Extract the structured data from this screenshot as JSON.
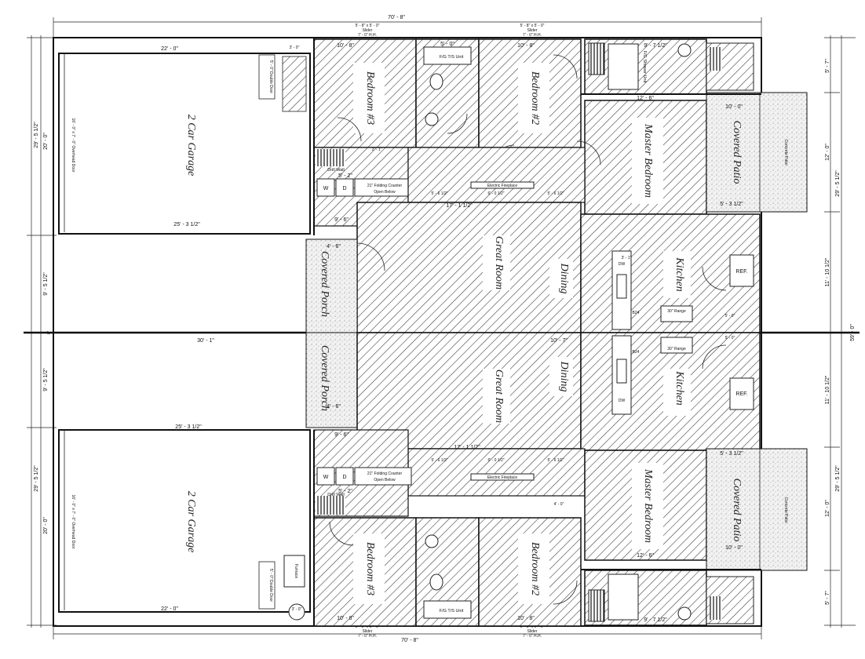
{
  "rooms": {
    "garage_label": "2 Car Garage",
    "bedroom2_label": "Bedroom #2",
    "bedroom3_label": "Bedroom #3",
    "master_bedroom_label": "Master Bedroom",
    "great_room_label": "Great Room",
    "dining_label": "Dining",
    "kitchen_label": "Kitchen",
    "covered_porch_label": "Covered Porch",
    "covered_patio_label": "Covered Patio"
  },
  "dimensions": {
    "overall_width": "70' - 8\"",
    "overall_depth": "59' - 0\"",
    "garage_width": "22' - 0\"",
    "garage_depth": "20' - 0\"",
    "garage_inner_width": "25' - 3 1/2\"",
    "unit_depth": "29' - 5 1/2\"",
    "porch_depth": "9' - 5 1/2\"",
    "porch_width": "4' - 6\"",
    "center_width": "30' - 1\"",
    "great_room_width": "17' - 1 1/2\"",
    "dining_width": "10' - 7\"",
    "kitchen_depth": "11' - 10 1/2\"",
    "master_width": "12' - 6\"",
    "master_depth": "12' - 0\"",
    "bed_width": "10' - 8\"",
    "bath_width": "5' - 0\"",
    "master_bath_width": "9' - 7 1/2\"",
    "rear_depth": "5' - 7\"",
    "patio_width": "10' - 0\"",
    "patio_side": "5' - 3 1/2\"",
    "hall_1": "5' - 6 1/2\"",
    "hall_2": "6' - 0 1/2\"",
    "laundry": "5' - 2\"",
    "closet_a": "2' - 1\"",
    "closet_b": "4' - 0\"",
    "side_a": "3' - 0\"",
    "porch_step": "9' - 6\"",
    "kitchen_a": "3' - 1\"",
    "kitchen_b": "5' - 0\""
  },
  "notes": {
    "slider": "Slider",
    "slider_size": "5' - 8\" x 5' - 0\"",
    "slider_head": "7' - 0\" H.H.",
    "overhead_door": "16' - 0\" x 7' - 0\" Overhead Door",
    "folding_counter": "21\" Folding Counter",
    "open_below": "Open Below",
    "electric_fireplace": "Electric Fireplace",
    "tub_unit": "F/G T/S Unit",
    "shower_unit": "F/G Shower Unit",
    "washer": "W",
    "dryer": "D",
    "refrigerator": "REF.",
    "range": "30\" Range",
    "dishwasher": "DW",
    "cab_24": "B24",
    "double_door": "5' - 0\" Double Door",
    "furnace": "Furnace",
    "concrete_patio": "Concrete Patio",
    "drill_wall": "Drill Wall",
    "zero_line": "0\""
  }
}
